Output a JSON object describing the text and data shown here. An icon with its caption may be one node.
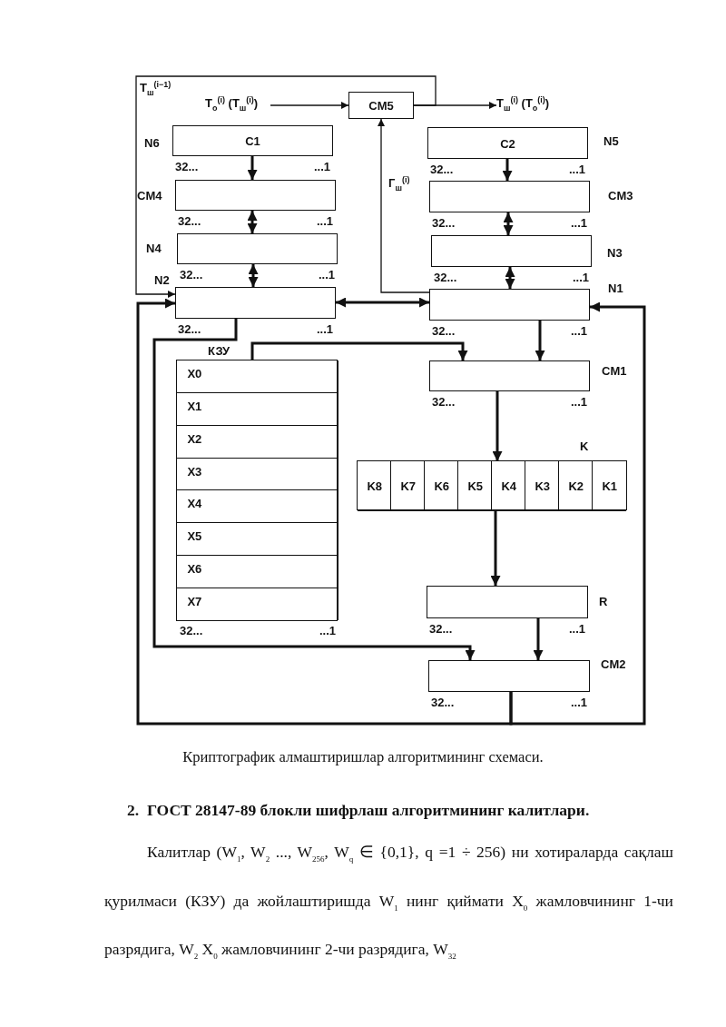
{
  "diagram": {
    "caption": "Криптографик алмаштиришлар алгоритмининг схемаси.",
    "nodes": [
      {
        "text": [
          "T$_{о}$$^{(i)}$ (T$_{ш}$$^{(i)}$)"
        ]
      },
      {
        "text": [
          "CM5"
        ]
      },
      {
        "text": [
          "T$_{ш}$$^{(i)}$ (T$_{о}$$^{(i)}$)"
        ]
      },
      {
        "text": [
          "N6",
          "C1"
        ],
        "beside": [
          "32...",
          "...1"
        ]
      },
      {
        "text": [
          "C2",
          "N5"
        ],
        "beside": [
          "32...",
          "...1"
        ]
      },
      {
        "text": [
          "CM4"
        ],
        "beside": [
          "32...",
          "...1"
        ]
      },
      {
        "text": [
          "CM3"
        ],
        "beside": [
          "32...",
          "...1"
        ]
      },
      {
        "text": [
          "N4"
        ],
        "beside": [
          "32...",
          "...1"
        ]
      },
      {
        "text": [
          "N3"
        ],
        "beside": [
          "32...",
          "...1"
        ]
      },
      {
        "text": [
          "N2"
        ],
        "beside": [
          "32...",
          "...1"
        ]
      },
      {
        "text": [
          "N1"
        ],
        "beside": [
          "32...",
          "...1"
        ]
      },
      {
        "text": [
          "КЗУ"
        ],
        "beside": [
          "32...",
          "...1"
        ]
      },
      {
        "text": [
          "X0"
        ],
        "in": 11
      },
      {
        "text": [
          "X1"
        ],
        "in": 11
      },
      {
        "text": [
          "X2"
        ],
        "in": 11
      },
      {
        "text": [
          "X3"
        ],
        "in": 11
      },
      {
        "text": [
          "X4"
        ],
        "in": 11
      },
      {
        "text": [
          "X5"
        ],
        "in": 11
      },
      {
        "text": [
          "X6"
        ],
        "in": 11
      },
      {
        "text": [
          "X7"
        ],
        "in": 11
      },
      {
        "text": [
          "CM1"
        ],
        "beside": [
          "32...",
          "...1"
        ]
      },
      {
        "text": [
          "K"
        ]
      },
      {
        "text": [
          "K8"
        ],
        "in": 21
      },
      {
        "text": [
          "K7"
        ],
        "in": 21
      },
      {
        "text": [
          "K6"
        ],
        "in": 21
      },
      {
        "text": [
          "K5"
        ],
        "in": 21
      },
      {
        "text": [
          "K4"
        ],
        "in": 21
      },
      {
        "text": [
          "K3"
        ],
        "in": 21
      },
      {
        "text": [
          "K2"
        ],
        "in": 21
      },
      {
        "text": [
          "K1"
        ],
        "in": 21
      },
      {
        "text": [
          "R"
        ],
        "beside": [
          "32...",
          "...1"
        ]
      },
      {
        "text": [
          "CM2"
        ],
        "beside": [
          "32...",
          "...1"
        ]
      }
    ],
    "edges": [
      {
        "from": 0,
        "to": 1,
        "arrow": "to"
      },
      {
        "from": 1,
        "to": 2,
        "arrow": "to"
      },
      {
        "from": 1,
        "to": 9,
        "arrow": "to",
        "label": "T$_{ш}$$^{(i−1)}$"
      },
      {
        "from": 10,
        "to": 1,
        "arrow": "to",
        "label": "Г$_{ш}$$^{(i)}$"
      },
      {
        "from": 3,
        "to": 5,
        "arrow": "to"
      },
      {
        "from": 5,
        "to": 7,
        "arrow": "both"
      },
      {
        "from": 7,
        "to": 9,
        "arrow": "both"
      },
      {
        "from": 4,
        "to": 6,
        "arrow": "to"
      },
      {
        "from": 6,
        "to": 8,
        "arrow": "both"
      },
      {
        "from": 8,
        "to": 10,
        "arrow": "both"
      },
      {
        "from": 9,
        "to": 10,
        "arrow": "both"
      },
      {
        "from": 9,
        "to": 31,
        "arrow": "to"
      },
      {
        "from": 11,
        "to": 20,
        "arrow": "to"
      },
      {
        "from": 10,
        "to": 20,
        "arrow": "to"
      },
      {
        "from": 20,
        "to": 21,
        "arrow": "to"
      },
      {
        "from": 21,
        "to": 30,
        "arrow": "to"
      },
      {
        "from": 30,
        "to": 31,
        "arrow": "to"
      },
      {
        "from": 31,
        "to": 9,
        "arrow": "to"
      },
      {
        "from": 31,
        "to": 10,
        "arrow": "to"
      }
    ],
    "labels": [
      "2.  ГОСТ 28147-89 блокли шифрлаш алгоритмининг калитлари.",
      "Калитлар (W$_{1}$, W$_{2}$ ..., W$_{256}$, W$_{q}$ ∈ {0,1}, q =1 ÷ 256) ни хотираларда сақлаш қурилмаси (КЗУ) да жойлаштиришда W$_{1}$ нинг қиймати X$_{0}$ жамловчининг 1-чи разрядига, W$_{2}$ X$_{0}$ жамловчининг 2-чи разрядига, W$_{32}$"
    ]
  }
}
